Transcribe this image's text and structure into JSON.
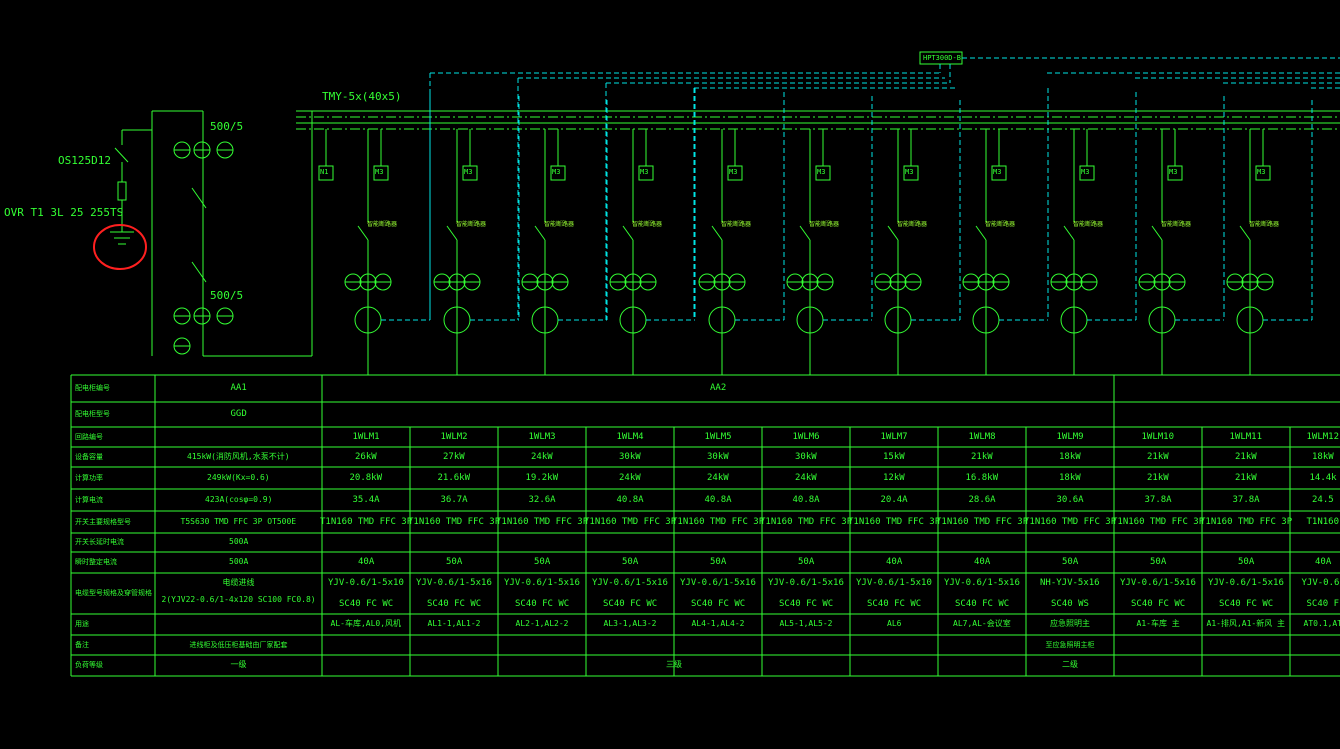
{
  "colors": {
    "background": "#000000",
    "line": "#33ff33",
    "dashed": "#00e5e5",
    "annotation": "#ff2020",
    "mark": "#99ff33"
  },
  "left": {
    "surge_switch": "OS125D12",
    "surge_arrester": "OVR T1 3L 25 255TS",
    "ct_top": "500/5",
    "ct_bottom": "500/5"
  },
  "bus": {
    "label": "TMY-5x(40x5)",
    "monitor": "HPT300D-B"
  },
  "meters": [
    "N1",
    "M3",
    "M3",
    "M3",
    "M3",
    "M3",
    "M3",
    "M3",
    "M3",
    "M3",
    "M3",
    "M3"
  ],
  "breaker_label": "智能断路器",
  "table": {
    "row_headers": [
      "配电柜编号",
      "配电柜型号",
      "回路编号",
      "设备容量",
      "计算功率",
      "计算电流",
      "开关主要规格型号",
      "开关长延时电流",
      "瞬时整定电流",
      "电缆型号规格及穿管规格",
      "用途",
      "备注",
      "负荷等级"
    ],
    "aa1": {
      "panel": "AA1",
      "model": "GGD",
      "capacity": "415kW(消防风机,水泵不计)",
      "power": "249kW(Kx=0.6)",
      "current": "423A(cosφ=0.9)",
      "breaker": "T5S630 TMD FFC 3P  OT500E",
      "long_delay": "500A",
      "instant": "500A",
      "cable1": "电缆进线",
      "cable2": "2(YJV22-0.6/1-4x120 SC100 FC0.8)",
      "note": "进线柜及低压柜基础由厂家配套",
      "load_class": "一级"
    },
    "aa2_panel": "AA2",
    "aa2_load_class": "三级",
    "load_class_2": "二级",
    "circuits": [
      {
        "id": "1WLM1",
        "cap": "26kW",
        "pwr": "20.8kW",
        "cur": "35.4A",
        "brk": "T1N160 TMD FFC 3P",
        "inst": "40A",
        "cable": "YJV-0.6/1-5x10",
        "conduit": "SC40 FC WC",
        "use": "AL-车库,AL0,风机"
      },
      {
        "id": "1WLM2",
        "cap": "27kW",
        "pwr": "21.6kW",
        "cur": "36.7A",
        "brk": "T1N160 TMD FFC 3P",
        "inst": "50A",
        "cable": "YJV-0.6/1-5x16",
        "conduit": "SC40 FC WC",
        "use": "AL1-1,AL1-2"
      },
      {
        "id": "1WLM3",
        "cap": "24kW",
        "pwr": "19.2kW",
        "cur": "32.6A",
        "brk": "T1N160 TMD FFC 3P",
        "inst": "50A",
        "cable": "YJV-0.6/1-5x16",
        "conduit": "SC40 FC WC",
        "use": "AL2-1,AL2-2"
      },
      {
        "id": "1WLM4",
        "cap": "30kW",
        "pwr": "24kW",
        "cur": "40.8A",
        "brk": "T1N160 TMD FFC 3P",
        "inst": "50A",
        "cable": "YJV-0.6/1-5x16",
        "conduit": "SC40 FC WC",
        "use": "AL3-1,AL3-2"
      },
      {
        "id": "1WLM5",
        "cap": "30kW",
        "pwr": "24kW",
        "cur": "40.8A",
        "brk": "T1N160 TMD FFC 3P",
        "inst": "50A",
        "cable": "YJV-0.6/1-5x16",
        "conduit": "SC40 FC WC",
        "use": "AL4-1,AL4-2"
      },
      {
        "id": "1WLM6",
        "cap": "30kW",
        "pwr": "24kW",
        "cur": "40.8A",
        "brk": "T1N160 TMD FFC 3P",
        "inst": "50A",
        "cable": "YJV-0.6/1-5x16",
        "conduit": "SC40 FC WC",
        "use": "AL5-1,AL5-2"
      },
      {
        "id": "1WLM7",
        "cap": "15kW",
        "pwr": "12kW",
        "cur": "20.4A",
        "brk": "T1N160 TMD FFC 3P",
        "inst": "40A",
        "cable": "YJV-0.6/1-5x10",
        "conduit": "SC40 FC WC",
        "use": "AL6"
      },
      {
        "id": "1WLM8",
        "cap": "21kW",
        "pwr": "16.8kW",
        "cur": "28.6A",
        "brk": "T1N160 TMD FFC 3P",
        "inst": "40A",
        "cable": "YJV-0.6/1-5x16",
        "conduit": "SC40 FC WC",
        "use": "AL7,AL-会议室"
      },
      {
        "id": "1WLM9",
        "cap": "18kW",
        "pwr": "18kW",
        "cur": "30.6A",
        "brk": "T1N160 TMD FFC 3P",
        "inst": "50A",
        "cable": "NH-YJV-5x16",
        "conduit": "SC40 WS",
        "use": "应急照明主"
      },
      {
        "id": "1WLM10",
        "cap": "21kW",
        "pwr": "21kW",
        "cur": "37.8A",
        "brk": "T1N160 TMD FFC 3P",
        "inst": "50A",
        "cable": "YJV-0.6/1-5x16",
        "conduit": "SC40 FC WC",
        "use": "A1-车库 主"
      },
      {
        "id": "1WLM11",
        "cap": "21kW",
        "pwr": "21kW",
        "cur": "37.8A",
        "brk": "T1N160 TMD FFC 3P",
        "inst": "50A",
        "cable": "YJV-0.6/1-5x16",
        "conduit": "SC40 FC WC",
        "use": "A1-排风,A1-新风 主"
      },
      {
        "id": "1WLM12",
        "cap": "18kW",
        "pwr": "14.4k",
        "cur": "24.5",
        "brk": "T1N160",
        "inst": "40A",
        "cable": "YJV-0.6/",
        "conduit": "SC40 F",
        "use": "AT0.1,AT"
      }
    ],
    "note_9": "至应急照明主柜"
  }
}
